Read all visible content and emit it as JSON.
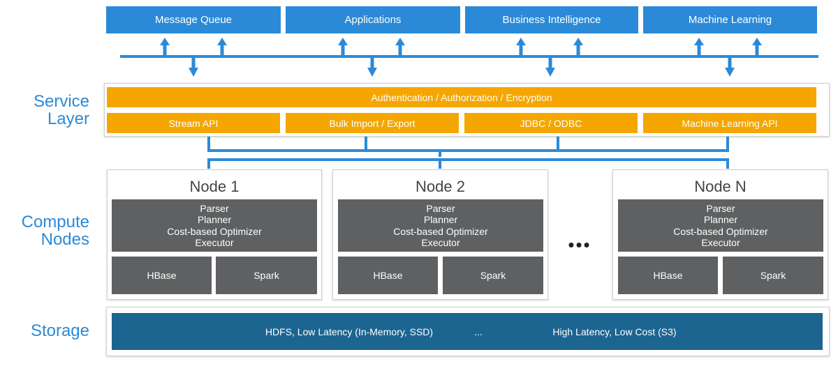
{
  "consumers": [
    "Message Queue",
    "Applications",
    "Business Intelligence",
    "Machine Learning"
  ],
  "layers": {
    "service": [
      "Service",
      "Layer"
    ],
    "compute": [
      "Compute",
      "Nodes"
    ],
    "storage": "Storage"
  },
  "service": {
    "security": "Authentication / Authorization / Encryption",
    "apis": [
      "Stream API",
      "Bulk Import / Export",
      "JDBC / ODBC",
      "Machine Learning API"
    ]
  },
  "nodes": [
    {
      "title": "Node 1",
      "engine": [
        "Parser",
        "Planner",
        "Cost-based Optimizer",
        "Executor"
      ],
      "modules": [
        "HBase",
        "Spark"
      ]
    },
    {
      "title": "Node 2",
      "engine": [
        "Parser",
        "Planner",
        "Cost-based Optimizer",
        "Executor"
      ],
      "modules": [
        "HBase",
        "Spark"
      ]
    },
    {
      "title": "Node N",
      "engine": [
        "Parser",
        "Planner",
        "Cost-based Optimizer",
        "Executor"
      ],
      "modules": [
        "HBase",
        "Spark"
      ]
    }
  ],
  "nodes_ellipsis": "•••",
  "storage": {
    "low_latency": "HDFS, Low Latency (In-Memory, SSD)",
    "ellipsis": "...",
    "high_latency": "High Latency, Low Cost (S3)"
  },
  "colors": {
    "accent_blue": "#2b8ad8",
    "service_orange": "#f5a600",
    "engine_gray": "#5e6062",
    "storage_blue": "#1c6591"
  }
}
